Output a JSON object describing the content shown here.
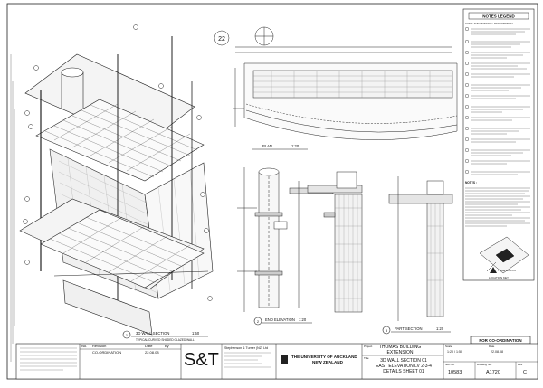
{
  "drawing": {
    "section_detail_number": "22",
    "views": {
      "wall_section": {
        "number": "1",
        "title": "3D WALL SECTION",
        "scale": "1:50",
        "subtitle": "TYPICAL CURVED SHADED GLAZED WALL"
      },
      "plan": {
        "title": "PLAN",
        "scale": "1:20"
      },
      "end_elevation": {
        "number": "2",
        "title": "END ELEVATION",
        "scale": "1:20"
      },
      "part_section": {
        "number": "3",
        "title": "PART SECTION",
        "scale": "1:20"
      }
    },
    "notes_legend": {
      "title": "NOTES LEGEND",
      "subtitle": "CODE AND MATERIAL DESCRIPTION",
      "general_notes_title": "NOTES :"
    },
    "north": {
      "label": "TRUE NORTH"
    },
    "location": {
      "label": "LOCATION KEY"
    },
    "status": "FOR CO-ORDINATION"
  },
  "title_block": {
    "revision_headers": [
      "No.",
      "Revision",
      "Date",
      "By"
    ],
    "revision_row": [
      "CO-ORDINATION",
      "22.08.08"
    ],
    "practice_logo": "S&T",
    "practice_name": "Stephenson & Turner (NZ) Ltd",
    "university": "THE UNIVERSITY OF AUCKLAND",
    "country": "NEW ZEALAND",
    "project_label": "Project",
    "project": [
      "THOMAS BUILDING",
      "EXTENSION"
    ],
    "title_label": "Title",
    "title": [
      "3D WALL SECTION 01",
      "EAST ELEVATION LV 2-3-4",
      "DETAILS SHEET 01"
    ],
    "scale_label": "Scale",
    "scale": "1:20 / 1:50",
    "date_label": "Date",
    "date": "22.08.08",
    "job_no_label": "Job No.",
    "job_no": "10583",
    "drawing_no_label": "Drawing No.",
    "drawing_no": "A1720",
    "rev_label": "Rev",
    "rev": "C"
  }
}
